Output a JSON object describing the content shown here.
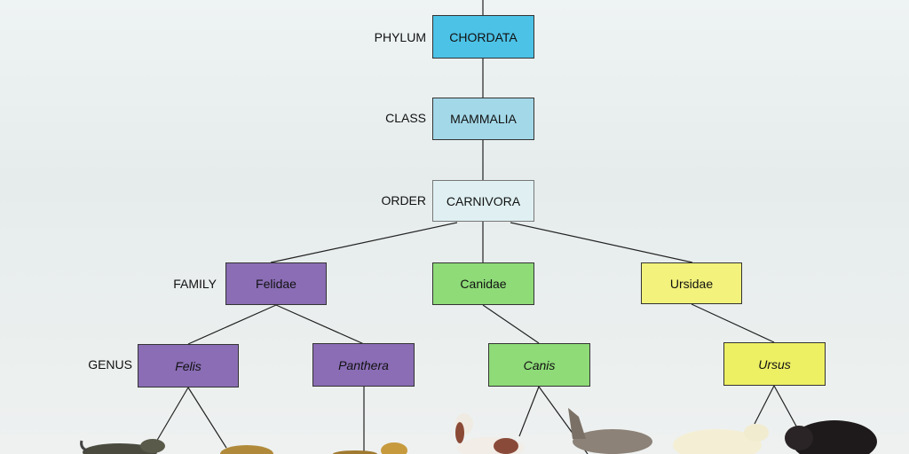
{
  "ranks": {
    "phylum": "PHYLUM",
    "class": "CLASS",
    "order": "ORDER",
    "family": "FAMILY",
    "genus": "GENUS"
  },
  "nodes": {
    "chordata": {
      "label": "CHORDATA",
      "color": "#4cc2e6"
    },
    "mammalia": {
      "label": "MAMMALIA",
      "color": "#a3d8e8"
    },
    "carnivora": {
      "label": "CARNIVORA",
      "color": "#e0f0f2"
    },
    "felidae": {
      "label": "Felidae",
      "color": "#8a6db5"
    },
    "canidae": {
      "label": "Canidae",
      "color": "#8edb78"
    },
    "ursidae": {
      "label": "Ursidae",
      "color": "#f2f27c"
    },
    "felis": {
      "label": "Felis",
      "color": "#8a6db5"
    },
    "panthera": {
      "label": "Panthera",
      "color": "#8a6db5"
    },
    "canis": {
      "label": "Canis",
      "color": "#8edb78"
    },
    "ursus": {
      "label": "Ursus",
      "color": "#eef064"
    }
  }
}
